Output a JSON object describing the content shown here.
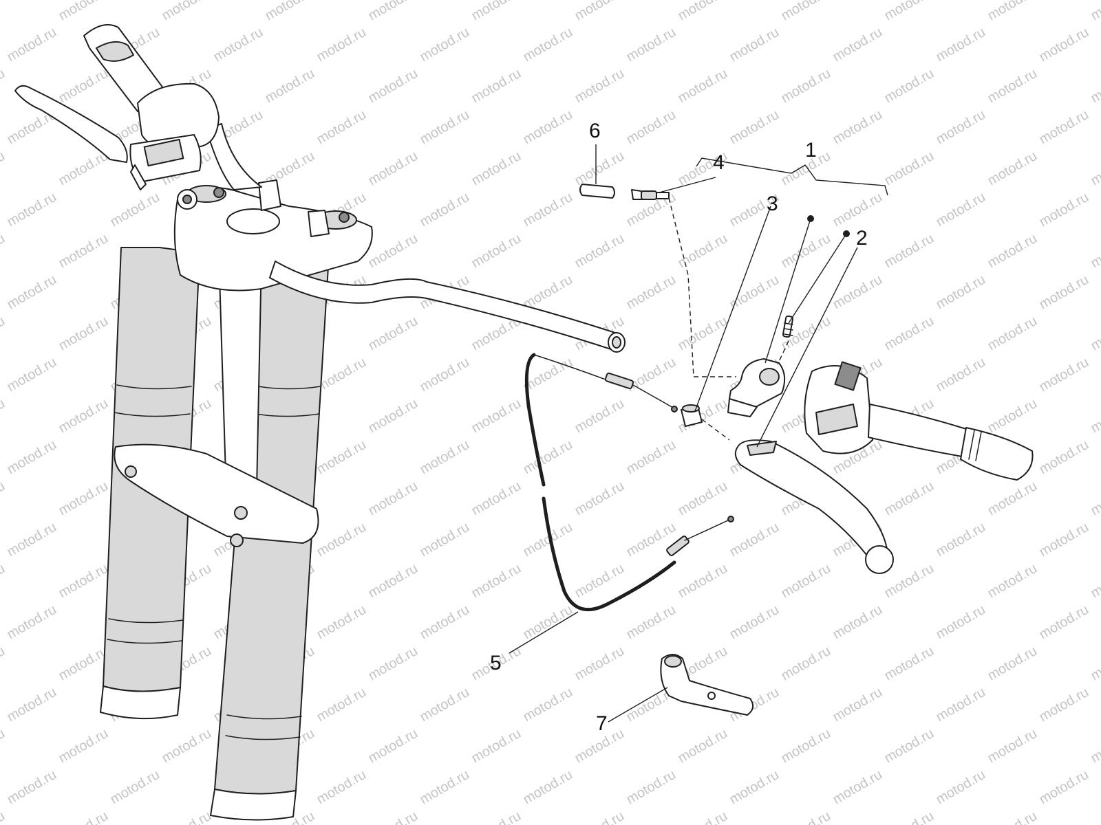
{
  "watermark": "motod.ru",
  "colors": {
    "line": "#1e1e1e",
    "watermark": "#c4c4c4",
    "background": "#ffffff"
  },
  "callouts": [
    {
      "id": "1",
      "label": "1"
    },
    {
      "id": "2",
      "label": "2"
    },
    {
      "id": "3",
      "label": "3"
    },
    {
      "id": "4",
      "label": "4"
    },
    {
      "id": "5",
      "label": "5"
    },
    {
      "id": "6",
      "label": "6"
    },
    {
      "id": "7",
      "label": "7"
    }
  ]
}
